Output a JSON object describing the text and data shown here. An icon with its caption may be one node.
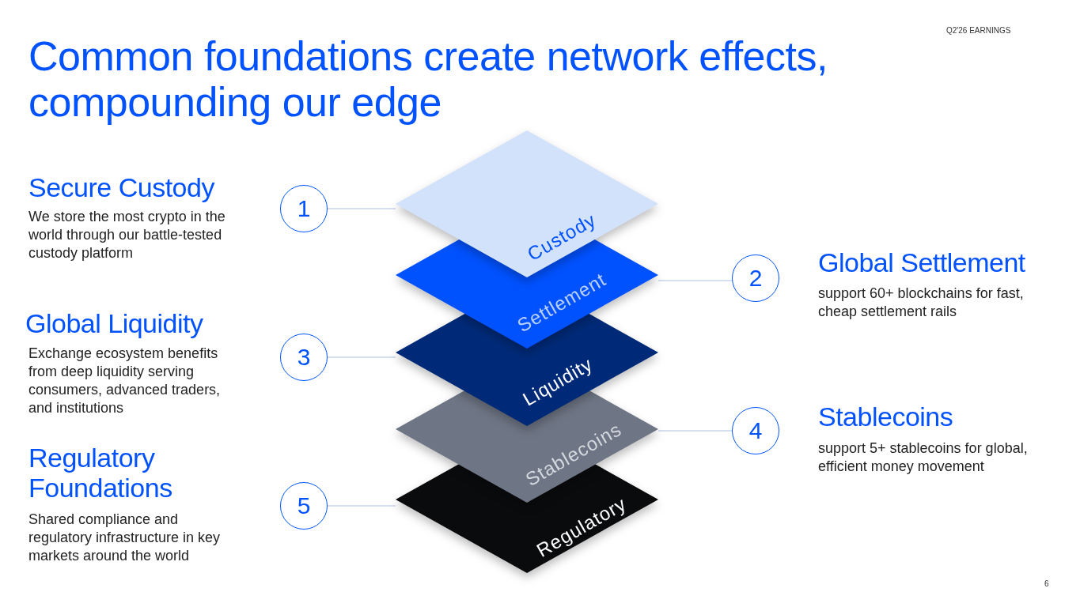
{
  "diagram": {
    "title": "Common foundations create network effects, compounding our edge",
    "nodes": [
      {
        "text": [
          "Custody"
        ]
      },
      {
        "text": [
          "Settlement"
        ]
      },
      {
        "text": [
          "Liquidity"
        ]
      },
      {
        "text": [
          "Stablecoins"
        ]
      },
      {
        "text": [
          "Regulatory"
        ]
      },
      {
        "text": [
          "1"
        ],
        "beside": [
          "Secure Custody",
          "We store the most crypto in the world through our battle-tested custody platform"
        ]
      },
      {
        "text": [
          "2"
        ],
        "beside": [
          "Global Settlement",
          "support 60+ blockchains for fast, cheap settlement rails"
        ]
      },
      {
        "text": [
          "3"
        ],
        "beside": [
          "Global Liquidity",
          "Exchange ecosystem benefits from deep liquidity serving consumers, advanced traders, and institutions"
        ]
      },
      {
        "text": [
          "4"
        ],
        "beside": [
          "Stablecoins",
          "support 5+ stablecoins for global, efficient money movement"
        ]
      },
      {
        "text": [
          "5"
        ],
        "beside": [
          "Regulatory Foundations",
          "Shared compliance and regulatory infrastructure in key markets around the world"
        ]
      }
    ],
    "edges": [
      {
        "from": 5,
        "to": 0,
        "arrow": "none"
      },
      {
        "from": 6,
        "to": 1,
        "arrow": "none"
      },
      {
        "from": 7,
        "to": 2,
        "arrow": "none"
      },
      {
        "from": 8,
        "to": 3,
        "arrow": "none"
      },
      {
        "from": 9,
        "to": 4,
        "arrow": "none"
      }
    ],
    "labels": [
      "Q2'26 EARNINGS",
      "6"
    ]
  }
}
